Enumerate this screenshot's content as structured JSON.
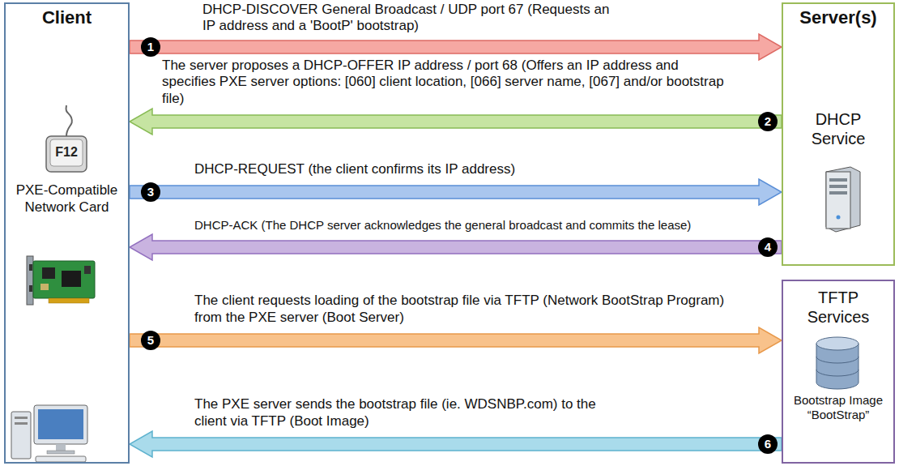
{
  "diagram": {
    "nodes": [
      {
        "text": [
          "Client",
          "PXE-Compatible Network Card"
        ]
      },
      {
        "text": [
          "Server(s)",
          "DHCP Service"
        ]
      },
      {
        "text": [
          "TFTP Services",
          "Bootstrap Image “BootStrap”"
        ]
      }
    ],
    "edges": [
      {
        "from": 0,
        "to": 1,
        "arrow": "to",
        "label": "DHCP-DISCOVER General Broadcast / UDP port 67 (Requests an IP address and a 'BootP' bootstrap)"
      },
      {
        "from": 1,
        "to": 0,
        "arrow": "to",
        "label": "The server proposes a DHCP-OFFER IP address / port 68 (Offers an IP address and specifies PXE server options: [060] client location, [066] server name, [067] and/or bootstrap file)"
      },
      {
        "from": 0,
        "to": 1,
        "arrow": "to",
        "label": "DHCP-REQUEST (the client confirms its IP address)"
      },
      {
        "from": 1,
        "to": 0,
        "arrow": "to",
        "label": "DHCP-ACK (The DHCP server acknowledges the general broadcast and commits the lease)"
      },
      {
        "from": 0,
        "to": 2,
        "arrow": "to",
        "label": "The client requests loading of the bootstrap file via TFTP (Network BootStrap Program) from the PXE server (Boot Server)"
      },
      {
        "from": 2,
        "to": 0,
        "arrow": "to",
        "label": "The PXE server sends the bootstrap file (ie. WDSNBP.com) to the client via TFTP (Boot Image)"
      }
    ],
    "labels": [
      "1",
      "2",
      "3",
      "4",
      "5",
      "6",
      "F12"
    ]
  }
}
